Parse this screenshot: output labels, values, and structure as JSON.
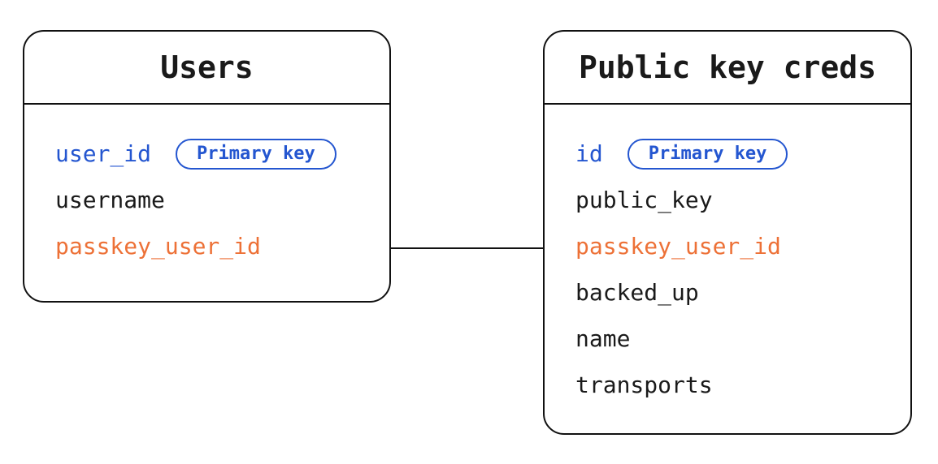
{
  "canvas": {
    "background": "#ffffff",
    "stroke": "#111111"
  },
  "colors": {
    "primary_key_blue": "#2456d0",
    "foreign_key_orange": "#ed7137",
    "stroke_black": "#111111",
    "field_black": "#1a1a1a"
  },
  "tables": [
    {
      "title": "Users",
      "fields": [
        {
          "name": "user_id",
          "badge": "Primary key",
          "color": "blue"
        },
        {
          "name": "username",
          "color": "black"
        },
        {
          "name": "passkey_user_id",
          "color": "orange"
        }
      ]
    },
    {
      "title": "Public key creds",
      "fields": [
        {
          "name": "id",
          "badge": "Primary key",
          "color": "blue"
        },
        {
          "name": "public_key",
          "color": "black"
        },
        {
          "name": "passkey_user_id",
          "color": "orange"
        },
        {
          "name": "backed_up",
          "color": "black"
        },
        {
          "name": "name",
          "color": "black"
        },
        {
          "name": "transports",
          "color": "black"
        }
      ]
    }
  ],
  "relationship": {
    "from_table": "Users",
    "from_field": "passkey_user_id",
    "to_table": "Public key creds",
    "to_field": "passkey_user_id"
  }
}
